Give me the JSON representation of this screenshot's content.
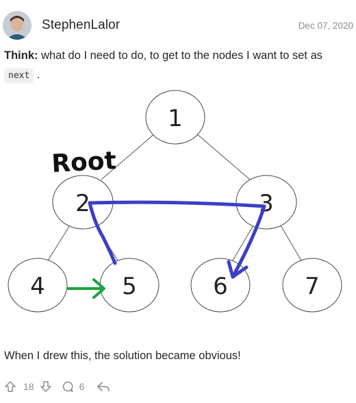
{
  "post": {
    "author": "StephenLalor",
    "date": "Dec 07, 2020",
    "think_label": "Think:",
    "think_text": " what do I need to do, to get to the nodes I want to set as",
    "code_word": "next",
    "code_suffix": " .",
    "footer_text": "When I drew this, the solution became obvious!"
  },
  "diagram": {
    "annotation": "Root",
    "nodes": [
      "1",
      "2",
      "3",
      "4",
      "5",
      "6",
      "7"
    ],
    "colors": {
      "blue_arrow": "#3b3fc6",
      "green_arrow": "#1aa33f"
    }
  },
  "actions": {
    "upvotes": "18",
    "comments": "6"
  }
}
